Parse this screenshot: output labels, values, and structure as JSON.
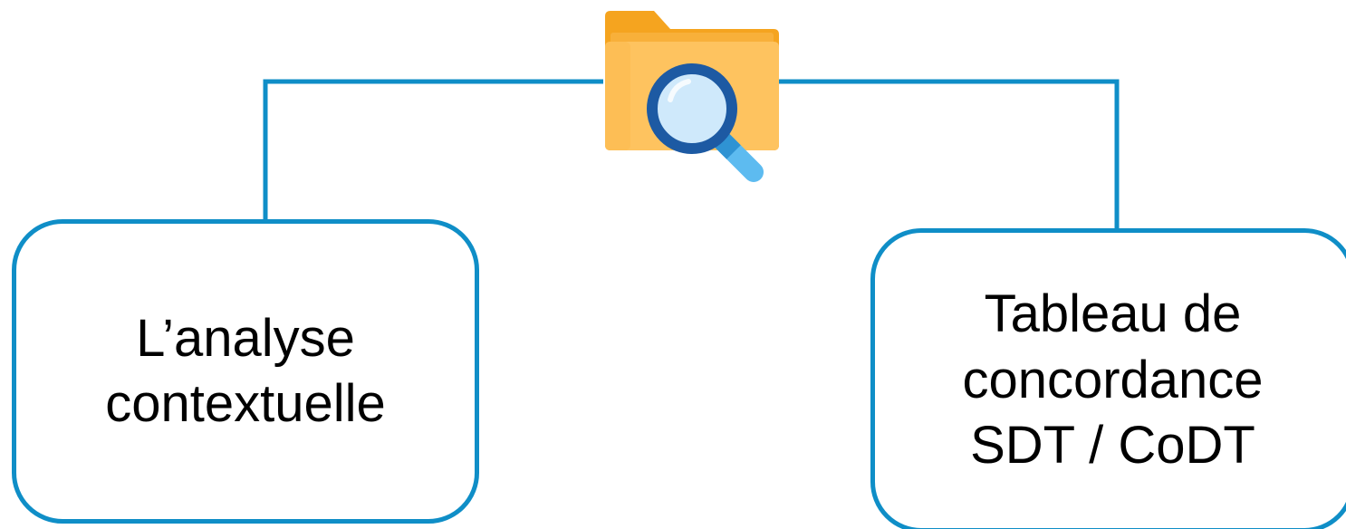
{
  "diagram": {
    "icon": "folder-search-icon",
    "nodes": [
      {
        "lines": [
          "L’analyse",
          "contextuelle"
        ]
      },
      {
        "lines": [
          "Tableau de",
          "concordance",
          "SDT / CoDT"
        ]
      }
    ],
    "colors": {
      "connector": "#0f8ec7",
      "border": "#0f8ec7",
      "folder_back": "#f5a41f",
      "folder_front": "#fec35f",
      "lens_ring": "#1d5aa3",
      "lens_glass": "#cfe9fb",
      "handle": "#5dbbf0"
    }
  }
}
